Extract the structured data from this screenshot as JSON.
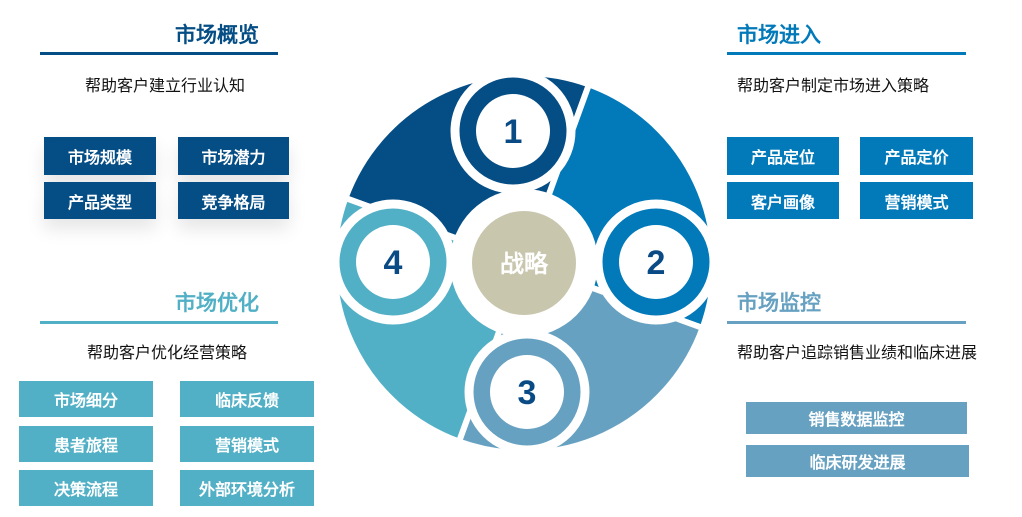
{
  "colors": {
    "navy": "#054d85",
    "blue": "#0279b9",
    "steel": "#67a1c1",
    "cyan": "#52b0c6",
    "center": "#c9c6ae",
    "number": "#0a4a85"
  },
  "center_label": "战略",
  "numbers": [
    "1",
    "2",
    "3",
    "4"
  ],
  "overview": {
    "title": "市场概览",
    "subtitle": "帮助客户建立行业认知",
    "items": [
      "市场规模",
      "市场潜力",
      "产品类型",
      "竞争格局"
    ]
  },
  "entry": {
    "title": "市场进入",
    "subtitle": "帮助客户制定市场进入策略",
    "items": [
      "产品定位",
      "产品定价",
      "客户画像",
      "营销模式"
    ]
  },
  "monitor": {
    "title": "市场监控",
    "subtitle": "帮助客户追踪销售业绩和临床进展",
    "items": [
      "销售数据监控",
      "临床研发进展"
    ]
  },
  "optimize": {
    "title": "市场优化",
    "subtitle": "帮助客户优化经营策略",
    "items": [
      "市场细分",
      "临床反馈",
      "患者旅程",
      "营销模式",
      "决策流程",
      "外部环境分析"
    ]
  }
}
